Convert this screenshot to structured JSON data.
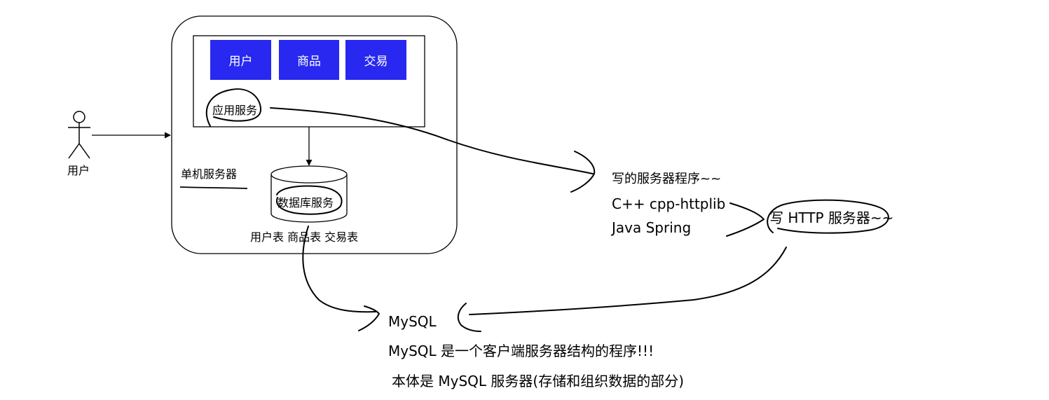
{
  "user": {
    "label": "用户"
  },
  "server": {
    "label": "单机服务器",
    "app_service": {
      "label": "应用服务",
      "modules": [
        "用户",
        "商品",
        "交易"
      ]
    },
    "database": {
      "label": "数据库服务",
      "tables": "用户表 商品表 交易表"
    }
  },
  "notes": {
    "server_program": "写的服务器程序~~",
    "cpp": "C++ cpp-httplib",
    "java": "Java  Spring",
    "http_server": "写 HTTP 服务器~~",
    "mysql_title": "MySQL",
    "mysql_desc1": "MySQL 是一个客户端服务器结构的程序!!!",
    "mysql_desc2": "本体是 MySQL 服务器(存储和组织数据的部分)"
  },
  "colors": {
    "module_fill": "#2828f0",
    "stroke": "#000000"
  }
}
